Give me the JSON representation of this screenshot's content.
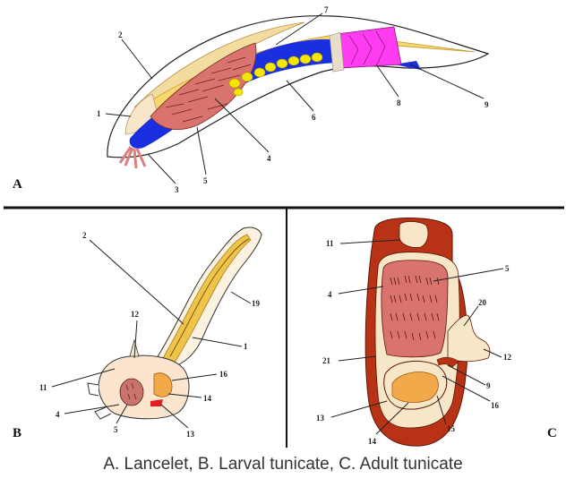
{
  "caption": "A. Lancelet, B. Larval tunicate, C. Adult tunicate",
  "panels": {
    "A": {
      "letter": "A",
      "labels": [
        "1",
        "2",
        "3",
        "4",
        "5",
        "6",
        "7",
        "8",
        "9"
      ]
    },
    "B": {
      "letter": "B",
      "labels": [
        "1",
        "2",
        "4",
        "5",
        "11",
        "12",
        "13",
        "14",
        "16",
        "19"
      ]
    },
    "C": {
      "letter": "C",
      "labels": [
        "4",
        "5",
        "9",
        "11",
        "12",
        "13",
        "14",
        "15",
        "16",
        "20",
        "21"
      ]
    }
  },
  "colors": {
    "muscle": "#d9736e",
    "blue": "#1a2fe0",
    "yellow": "#f5e800",
    "magenta": "#ff3cf0",
    "orange": "#f2a94a",
    "tunic": "#b83315",
    "cream": "#f8e6c9",
    "notochord": "#e8c24a"
  }
}
